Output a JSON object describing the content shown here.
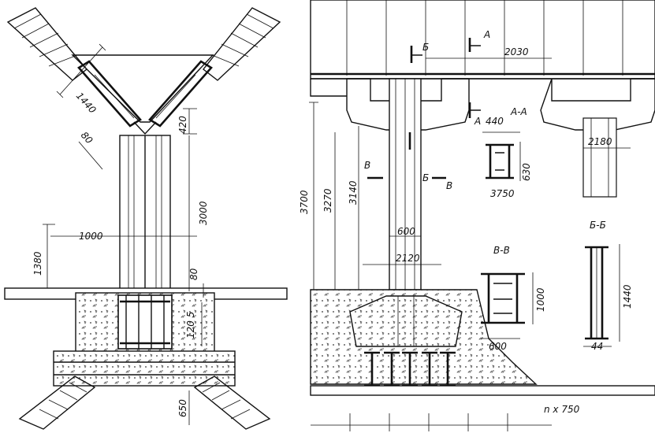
{
  "left_view": {
    "dims": {
      "d1440": "1440",
      "d80_top": "80",
      "d420": "420",
      "d3000": "3000",
      "d1000": "1000",
      "d1380": "1380",
      "d80_mid": "80",
      "d1205": "120 5",
      "d650": "650"
    }
  },
  "right_view": {
    "dims": {
      "d2030": "2030",
      "d3700": "3700",
      "d3270": "3270",
      "d3140": "3140",
      "d600": "600",
      "d2120": "2120",
      "d2180": "2180",
      "nx750": "n x 750"
    },
    "cut_marks": {
      "a_top": "A",
      "b_top": "Б",
      "a_mid": "A",
      "b_mid": "Б",
      "v_left": "В",
      "v_right": "В"
    },
    "sections": {
      "aa": {
        "title": "A-A",
        "d440": "440",
        "d630": "630",
        "d3750": "3750"
      },
      "vv": {
        "title": "В-В",
        "d1000": "1000",
        "d600": "600"
      },
      "bb": {
        "title": "Б-Б",
        "d1440": "1440",
        "d44": "44"
      }
    }
  }
}
